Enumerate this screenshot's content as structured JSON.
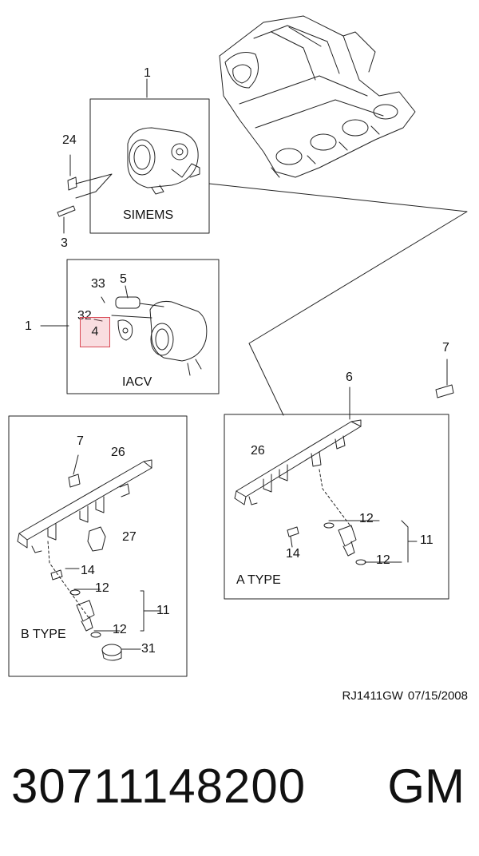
{
  "callouts": {
    "c1_top": "1",
    "c24": "24",
    "c3": "3",
    "c33": "33",
    "c5": "5",
    "c32": "32",
    "c1_mid": "1",
    "c4": "4",
    "c7_right": "7",
    "c6": "6",
    "c7_left": "7",
    "c26_left": "26",
    "c27": "27",
    "c14_left": "14",
    "c12_left_top": "12",
    "c11_left": "11",
    "c12_left_bottom": "12",
    "c31": "31",
    "c26_right": "26",
    "c12_right_top": "12",
    "c11_right": "11",
    "c14_right": "14",
    "c12_right_bottom": "12"
  },
  "captions": {
    "siemens": "SIMEMS",
    "iacv": "IACV",
    "a_type": "A TYPE",
    "b_type": "B TYPE"
  },
  "footer": {
    "drawing_code": "RJ1411GW",
    "date": "07/15/2008",
    "part_number": "30711148200",
    "brand": "GM"
  },
  "highlight": {
    "color": "#d94a56"
  }
}
